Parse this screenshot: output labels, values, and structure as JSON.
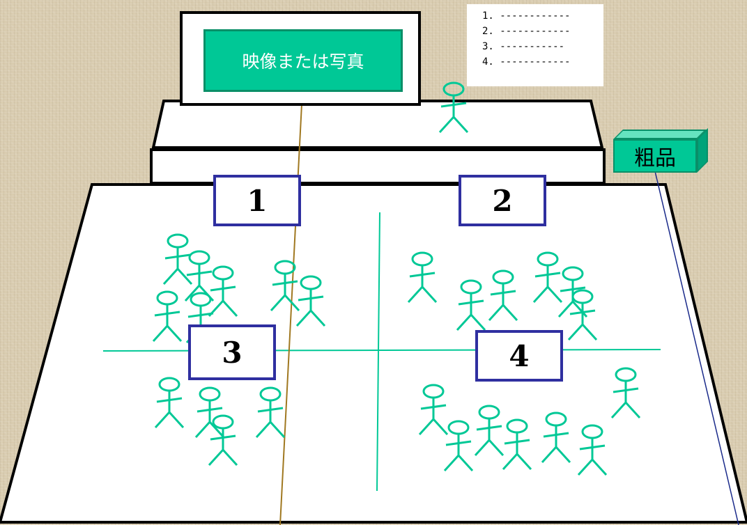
{
  "screen": {
    "caption": "映像または写真"
  },
  "agenda": {
    "items": [
      "1. ------------",
      "2. ------------",
      "3. -----------",
      "4. ------------"
    ]
  },
  "zones": [
    {
      "label": "1"
    },
    {
      "label": "2"
    },
    {
      "label": "3"
    },
    {
      "label": "4"
    }
  ],
  "prize": {
    "label": "粗品"
  },
  "colors": {
    "figure": "#00c896",
    "table_line": "#000000",
    "label_border": "#2f2fa0",
    "pointer_line": "#a07820",
    "prize_line": "#1a2a8a"
  }
}
